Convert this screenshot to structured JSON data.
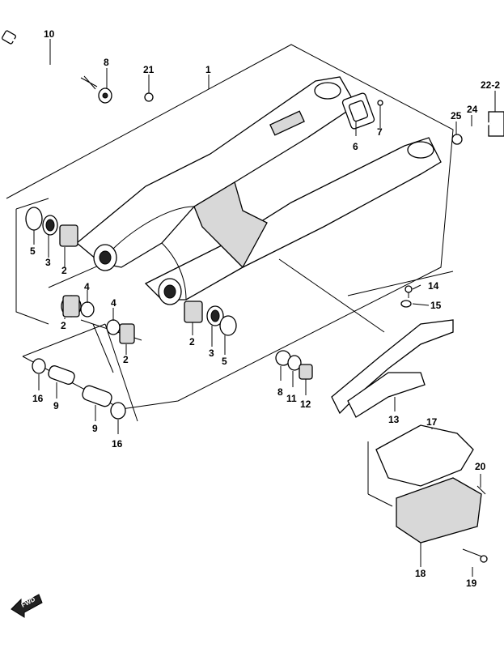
{
  "callouts": {
    "c1": "1",
    "c2a": "2",
    "c2b": "2",
    "c2c": "2",
    "c2d": "2",
    "c3a": "3",
    "c3b": "3",
    "c4a": "4",
    "c4b": "4",
    "c5a": "5",
    "c5b": "5",
    "c6": "6",
    "c7": "7",
    "c8a": "8",
    "c8b": "8",
    "c9a": "9",
    "c9b": "9",
    "c10": "10",
    "c11": "11",
    "c12": "12",
    "c13": "13",
    "c14": "14",
    "c15": "15",
    "c16a": "16",
    "c16b": "16",
    "c17": "17",
    "c18": "18",
    "c19": "19",
    "c20": "20",
    "c21": "21",
    "c22": "22-2",
    "c24": "24",
    "c25": "25"
  },
  "fwd_label": "FWD"
}
